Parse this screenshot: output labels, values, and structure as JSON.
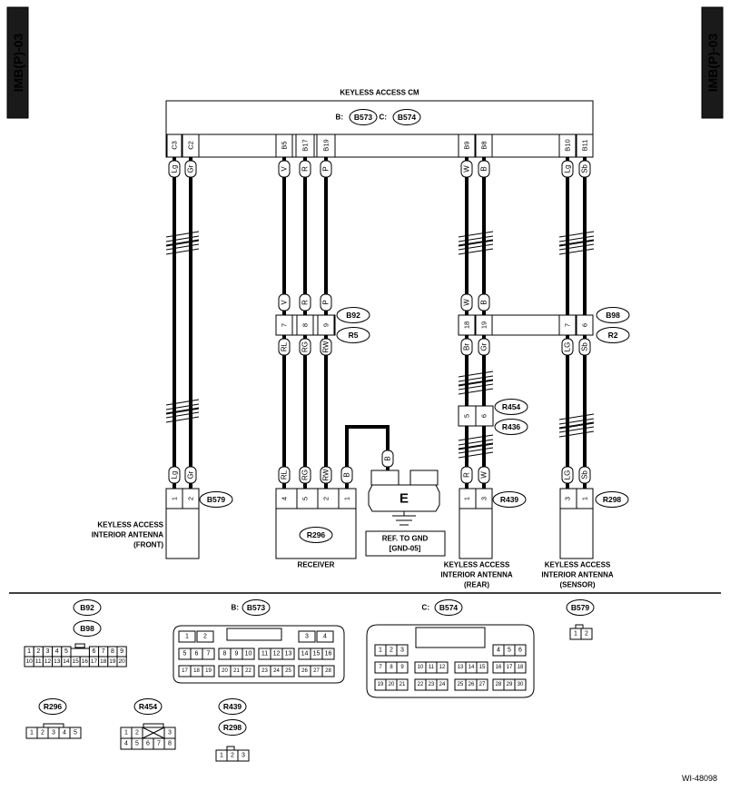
{
  "page_tag_left": "IMB(P)-03",
  "page_tag_right": "IMB(P)-03",
  "doc_code": "WI-48098",
  "cm": {
    "title": "KEYLESS ACCESS CM",
    "b_prefix": "B:",
    "b_id": "B573",
    "c_prefix": "C:",
    "c_id": "B574",
    "pins": [
      "C3",
      "C2",
      "B5",
      "B17",
      "B19",
      "B9",
      "B8",
      "B10",
      "B11"
    ]
  },
  "wires": [
    {
      "top": "Lg",
      "bottom": "Lg"
    },
    {
      "top": "Gr",
      "bottom": "Gr"
    },
    {
      "top": "V",
      "mid_pin_top": "7",
      "mid": "RL",
      "bottom": "RL"
    },
    {
      "top": "R",
      "mid_pin_top": "8",
      "mid": "RG",
      "bottom": "RG"
    },
    {
      "top": "P",
      "mid_pin_top": "9",
      "mid": "RW",
      "bottom": "RW"
    },
    {
      "top": "W",
      "mid_pin_top": "18",
      "mid": "Br",
      "bottom": "R"
    },
    {
      "top": "B",
      "mid_pin_top": "19",
      "mid": "Gr",
      "bottom": "W"
    },
    {
      "top": "Lg",
      "mid_pin_top": "7",
      "mid": "LG",
      "bottom": "LG"
    },
    {
      "top": "Sb",
      "mid_pin_top": "6",
      "mid": "Sb",
      "bottom": "Sb"
    }
  ],
  "ground_wire": {
    "color": "B"
  },
  "r454_pins": [
    "5",
    "6"
  ],
  "connectors": {
    "b92": "B92",
    "r5": "R5",
    "b98": "B98",
    "r2": "R2",
    "r454": "R454",
    "r436": "R436",
    "b579": "B579",
    "r296": "R296",
    "r439": "R439",
    "r298": "R298"
  },
  "components": {
    "front_antenna": {
      "pins": [
        "1",
        "2"
      ],
      "label": [
        "KEYLESS ACCESS",
        "INTERIOR ANTENNA",
        "(FRONT)"
      ]
    },
    "receiver": {
      "pins": [
        "4",
        "5",
        "2",
        "1"
      ],
      "label": "RECEIVER"
    },
    "rear_antenna": {
      "pins": [
        "1",
        "3"
      ],
      "label": [
        "KEYLESS ACCESS",
        "INTERIOR ANTENNA",
        "(REAR)"
      ]
    },
    "sensor_antenna": {
      "pins": [
        "3",
        "1"
      ],
      "label": [
        "KEYLESS ACCESS",
        "INTERIOR ANTENNA",
        "(SENSOR)"
      ]
    }
  },
  "ground": {
    "letter": "E",
    "ref_line1": "REF. TO GND",
    "ref_line2": "[GND-05]"
  },
  "views": {
    "b92": "B92",
    "b98": "B98",
    "b573_prefix": "B:",
    "b573": "B573",
    "c574_prefix": "C:",
    "b574": "B574",
    "b579": "B579",
    "r296": "R296",
    "r454": "R454",
    "r439": "R439",
    "r298": "R298"
  }
}
